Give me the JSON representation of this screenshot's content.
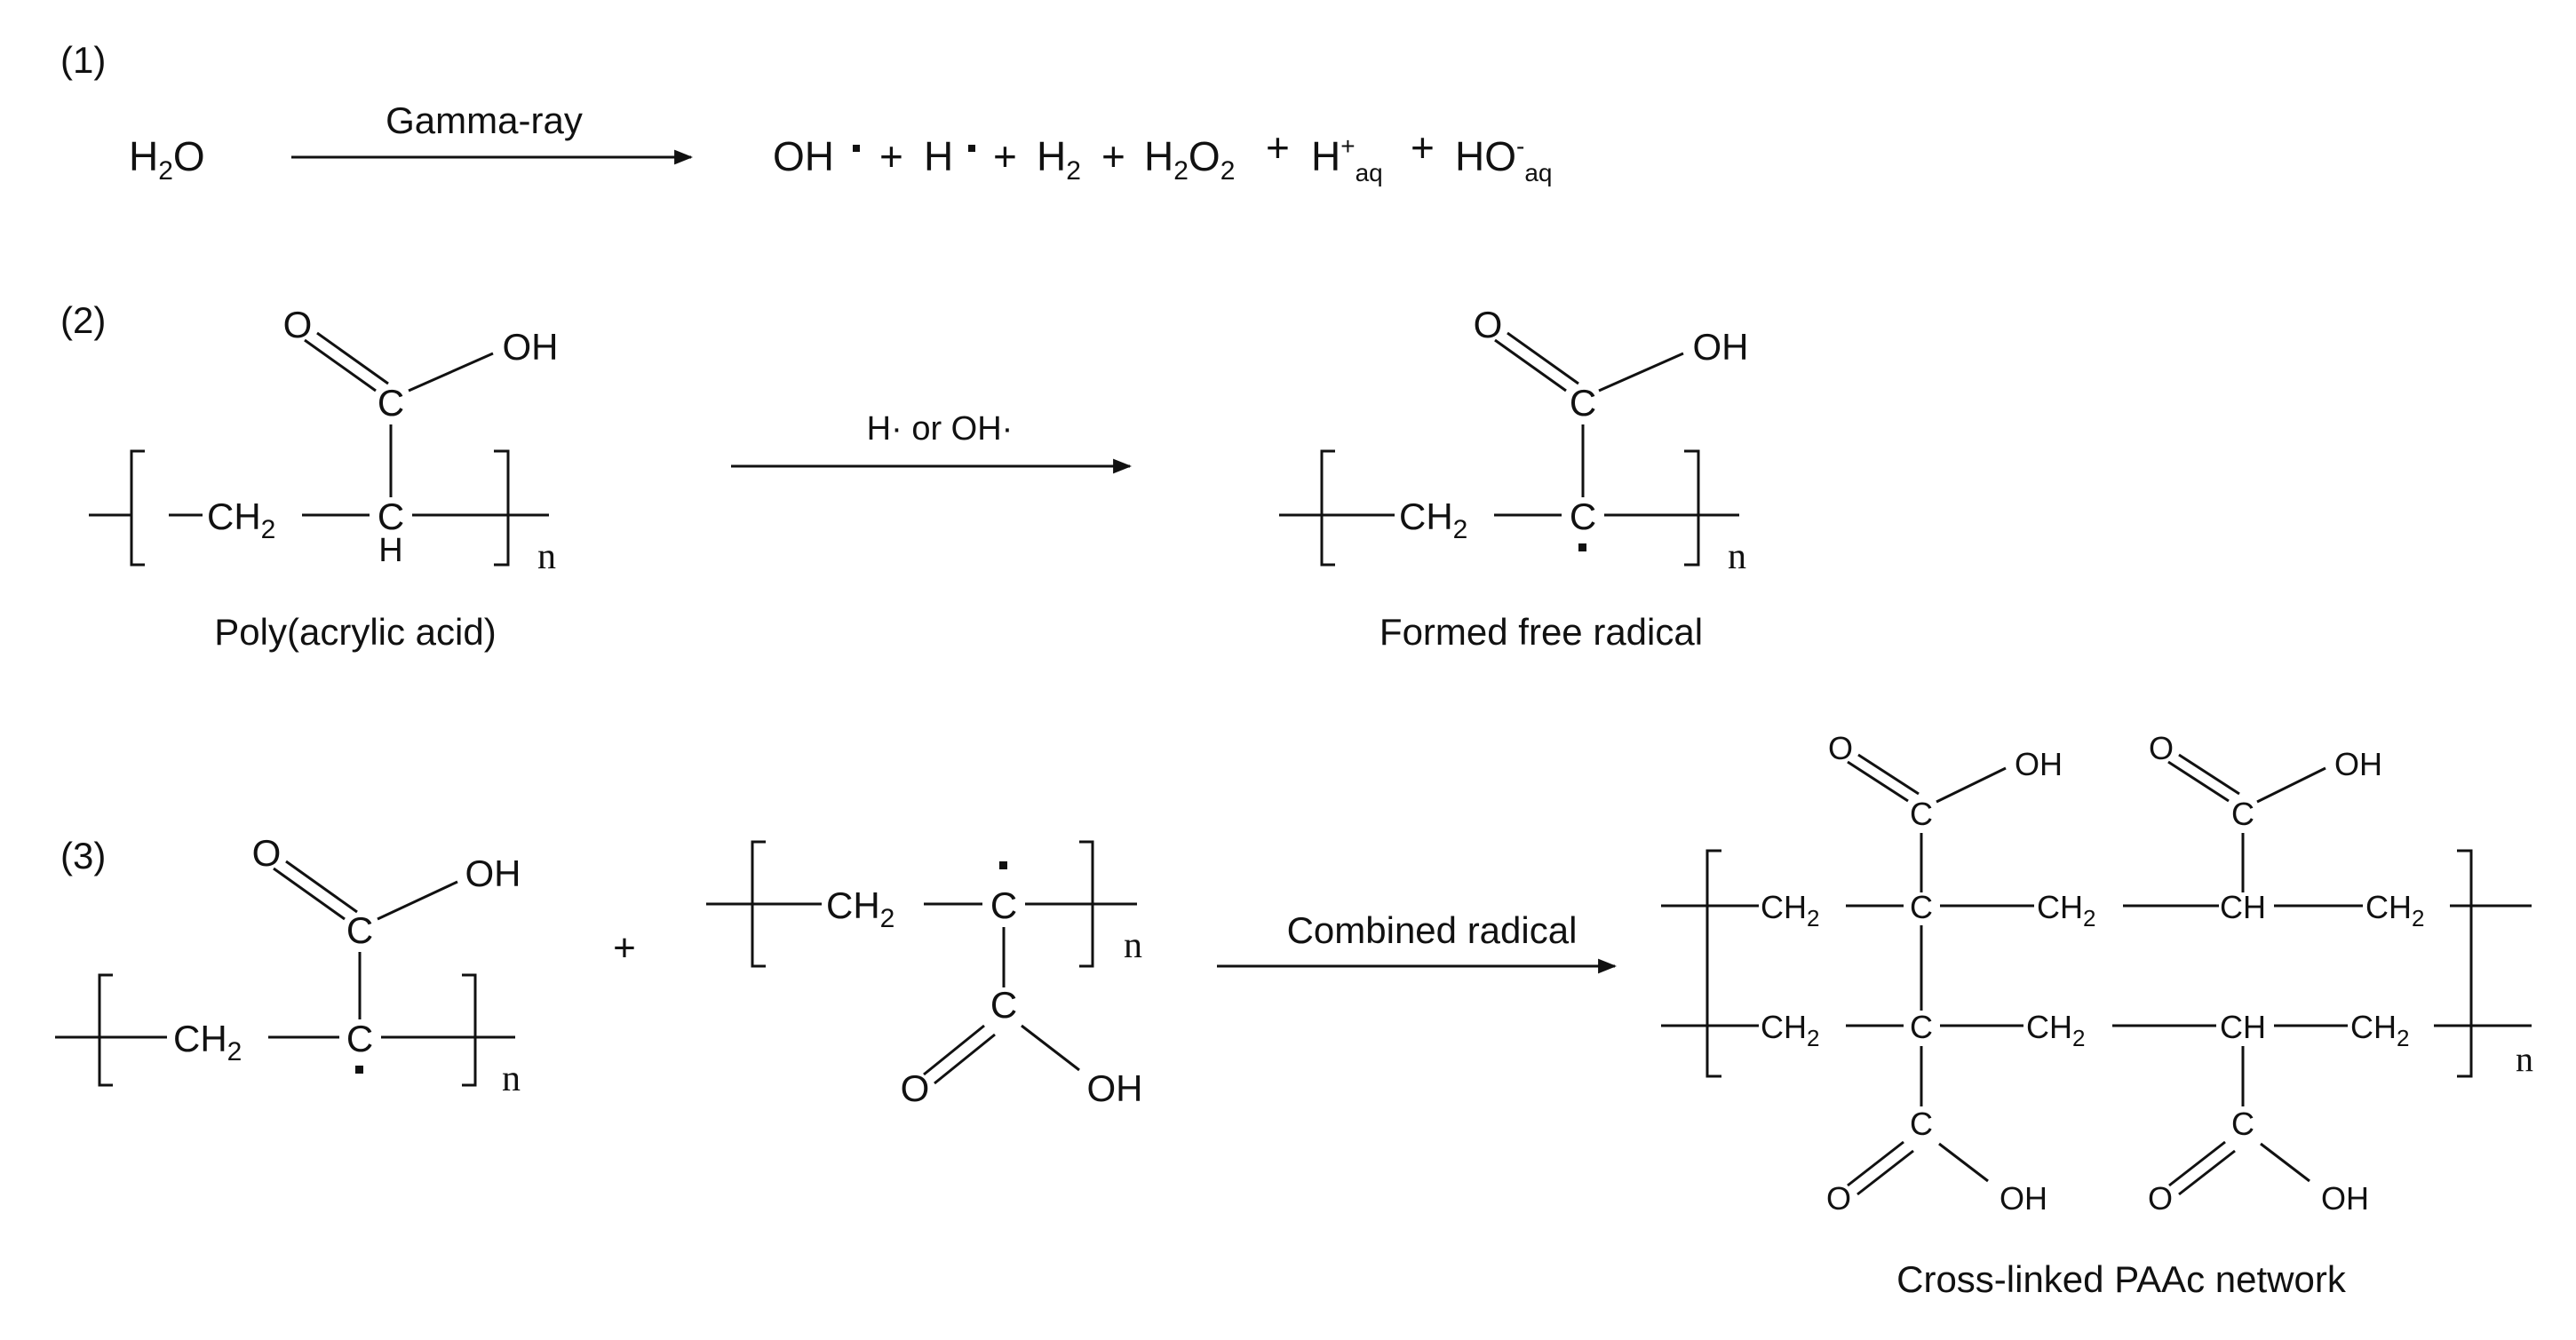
{
  "steps": {
    "s1": "(1)",
    "s2": "(2)",
    "s3": "(3)"
  },
  "reaction1": {
    "reactant": {
      "base": "H",
      "sub": "2",
      "tail": "O"
    },
    "arrow_label": "Gamma-ray",
    "products": {
      "oh_radical": "OH",
      "h_radical": "H",
      "plus": "+",
      "h2": {
        "base": "H",
        "sub": "2"
      },
      "h2o2": {
        "b1": "H",
        "s1": "2",
        "b2": "O",
        "s2": "2"
      },
      "h_aq": {
        "base": "H",
        "sup": "+",
        "sub": "aq"
      },
      "ho_aq": {
        "base": "HO",
        "sup": "-",
        "sub": "aq"
      }
    }
  },
  "reaction2": {
    "arrow_label": "H· or OH·",
    "reactant_name": "Poly(acrylic acid)",
    "product_name": "Formed free radical"
  },
  "reaction3": {
    "plus": "+",
    "arrow_label": "Combined radical",
    "product_name": "Cross-linked PAAc network"
  },
  "atoms": {
    "O": "O",
    "OH": "OH",
    "C": "C",
    "H": "H",
    "CH": "CH",
    "CH2_base": "CH",
    "CH2_sub": "2",
    "n": "n"
  }
}
